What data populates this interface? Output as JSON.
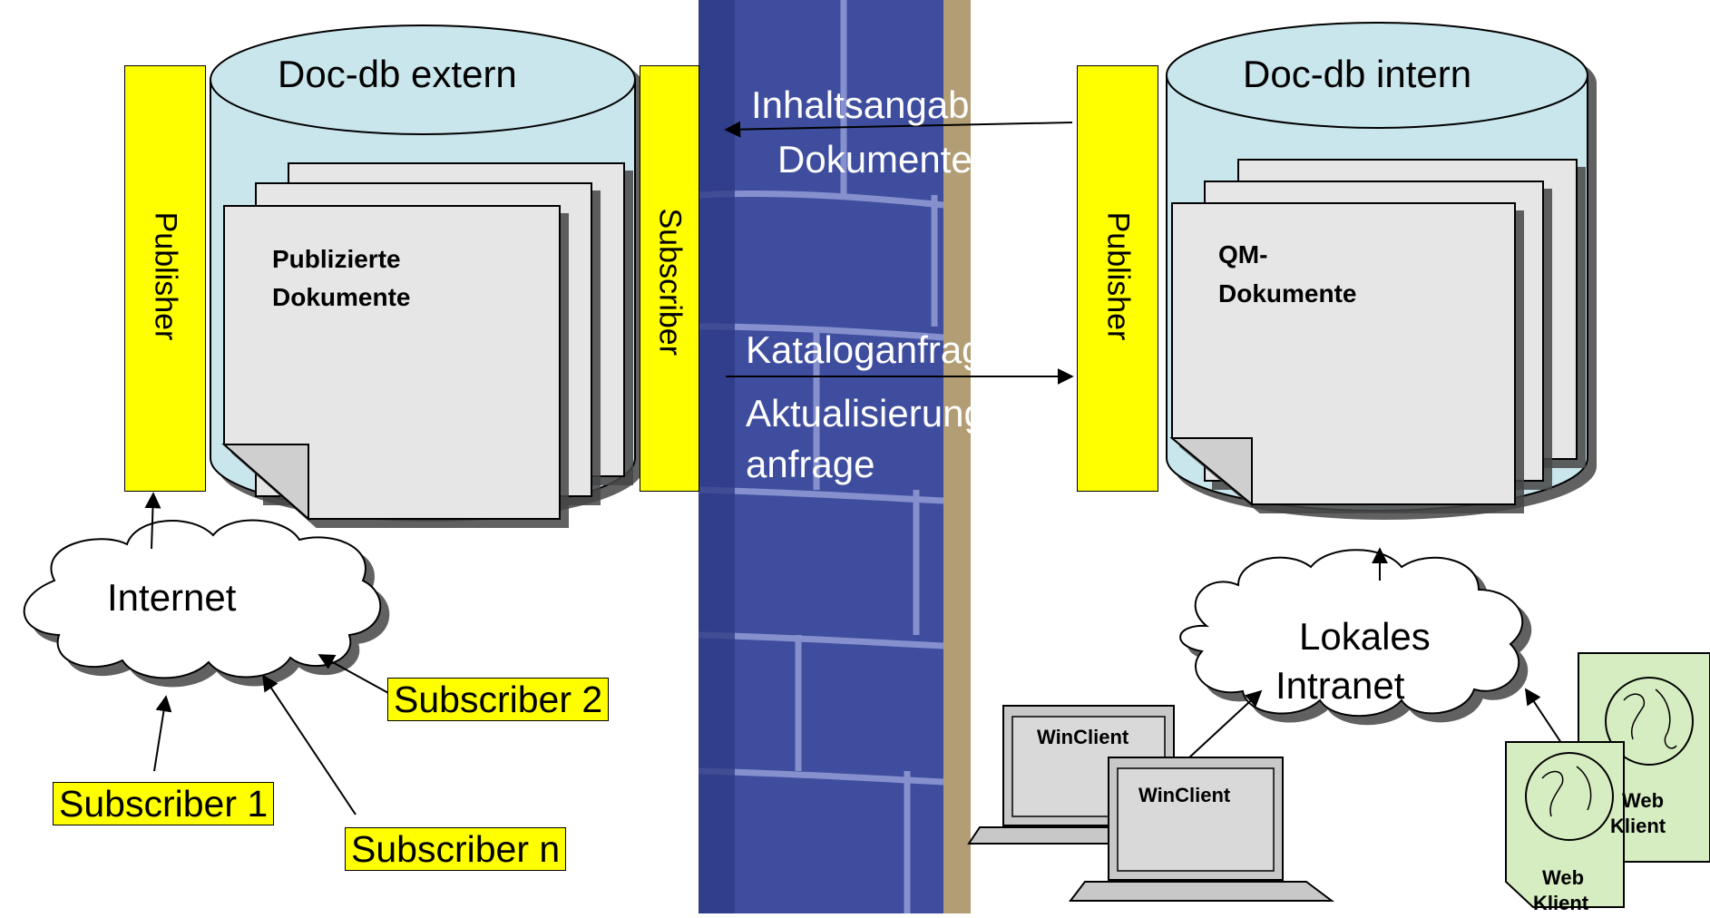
{
  "db_extern": {
    "title": "Doc-db extern",
    "documents_line1": "Publizierte",
    "documents_line2": "Dokumente"
  },
  "db_intern": {
    "title": "Doc-db intern",
    "documents_line1": "QM-",
    "documents_line2": "Dokumente"
  },
  "left_publisher": "Publisher",
  "left_subscriber_bar": "Subscriber",
  "right_publisher": "Publisher",
  "firewall": {
    "top_line1": "Inhaltsangaben",
    "top_line2": "Dokumente",
    "mid_line1": "Kataloganfrage",
    "mid_line2": "Aktualisierungs-",
    "mid_line3": "anfrage"
  },
  "internet": {
    "label": "Internet"
  },
  "intranet": {
    "line1": "Lokales",
    "line2": "Intranet"
  },
  "subscribers": {
    "s1": "Subscriber 1",
    "s2": "Subscriber 2",
    "sn": "Subscriber n"
  },
  "clients": {
    "win1": "WinClient",
    "win2": "WinClient",
    "web1_line1": "Web",
    "web1_line2": "Klient",
    "web2_line1": "Web",
    "web2_line2": "Klient"
  },
  "colors": {
    "highlight_yellow": "#ffff00",
    "db_fill": "#c9e6ec",
    "firewall_blue": "#3d4c9c",
    "mortar_tan": "#b9a27e",
    "doc_gray": "#e8e8e8",
    "web_green": "#d6edc1"
  }
}
